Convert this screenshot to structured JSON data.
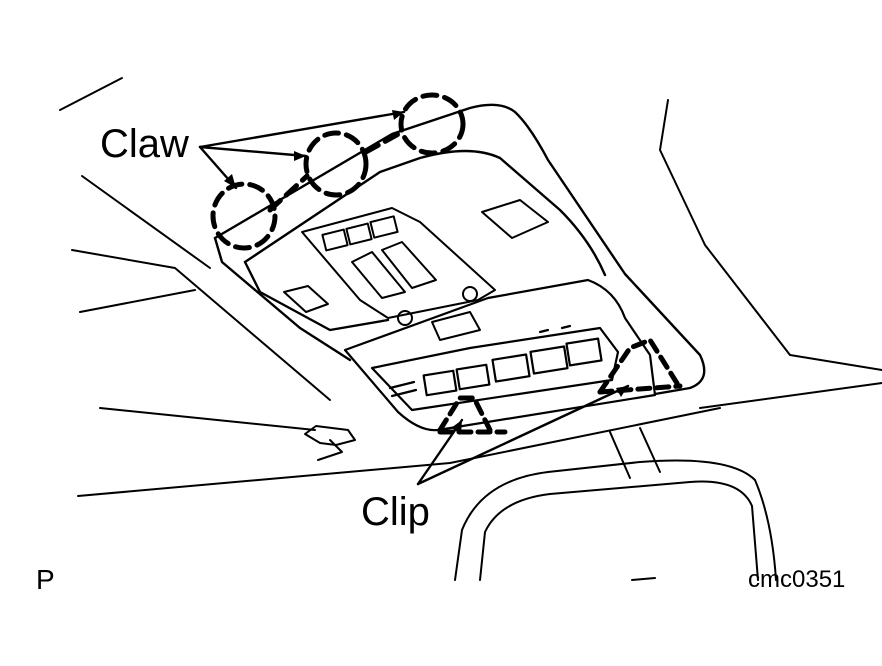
{
  "labels": {
    "claw": "Claw",
    "clip": "Clip",
    "view": "P",
    "figure_id": "cmc0351"
  },
  "colors": {
    "ink": "#000000",
    "background": "#ffffff"
  }
}
